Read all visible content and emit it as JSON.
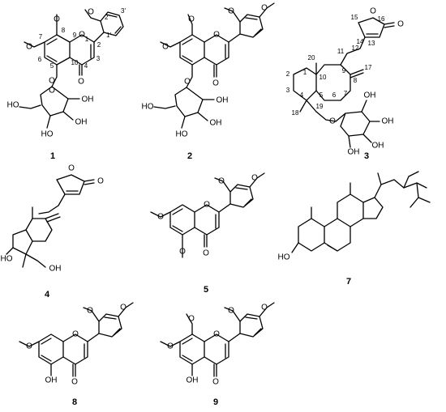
{
  "compounds": [
    {
      "id": "1"
    },
    {
      "id": "2"
    },
    {
      "id": "3"
    },
    {
      "id": "4"
    },
    {
      "id": "5"
    },
    {
      "id": "7"
    },
    {
      "id": "8"
    },
    {
      "id": "9"
    }
  ],
  "atom_labels": {
    "O": "O",
    "OH": "OH",
    "HO": "HO"
  },
  "atom_numbers_1": [
    "1",
    "2",
    "3",
    "4",
    "5",
    "6",
    "7",
    "8",
    "9",
    "10",
    "1'",
    "2'",
    "3'"
  ],
  "atom_numbers_3": [
    "1",
    "2",
    "3",
    "4",
    "5",
    "6",
    "7",
    "8",
    "9",
    "10",
    "11",
    "12",
    "13",
    "14",
    "15",
    "16",
    "17",
    "18",
    "19",
    "20"
  ]
}
